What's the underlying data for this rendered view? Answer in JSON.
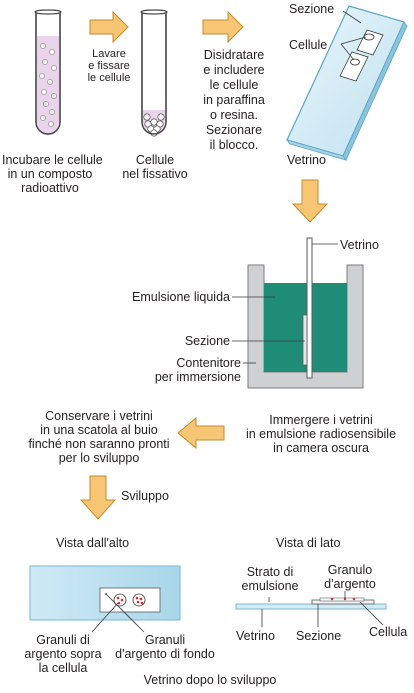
{
  "step1": {
    "incubate": [
      "Incubare le cellule",
      "in un composto",
      "radioattivo"
    ],
    "wash_fix": [
      "Lavare",
      "e fissare",
      "le cellule"
    ],
    "cells_fixative": [
      "Cellule",
      "nel fissativo"
    ],
    "dehydrate": [
      "Disidratare",
      "e includere",
      "le cellule",
      "in paraffina",
      "o resina.",
      "Sezionare",
      "il blocco."
    ],
    "section": "Sezione",
    "cells": "Cellule",
    "slide": "Vetrino"
  },
  "step2": {
    "slide": "Vetrino",
    "liquid_emulsion": "Emulsione liquida",
    "section": "Sezione",
    "container": [
      "Contenitore",
      "per immersione"
    ],
    "immerse": [
      "Immergere i vetrini",
      "in emulsione radiosensibile",
      "in camera oscura"
    ],
    "store": [
      "Conservare i vetrini",
      "in una scatola al buio",
      "finché non saranno pronti",
      "per lo sviluppo"
    ],
    "develop": "Sviluppo"
  },
  "step3": {
    "top_view": "Vista dall'alto",
    "side_view": "Vista di lato",
    "grains_over_cell": [
      "Granuli di",
      "argento sopra",
      "la cellula"
    ],
    "background_grains": [
      "Granuli",
      "d'argento di fondo"
    ],
    "emulsion_layer": [
      "Strato di",
      "emulsione"
    ],
    "silver_grain": [
      "Granulo",
      "d'argento"
    ],
    "slide": "Vetrino",
    "section": "Sezione",
    "cell": "Cellula",
    "caption": "Vetrino dopo lo sviluppo"
  },
  "colors": {
    "arrow_fill": "#f6c674",
    "arrow_stroke": "#c58a2b",
    "container": "#cfd0d2",
    "emulsion": "#1f8c77",
    "slide_fill": "#d5ecf6",
    "slide_edge": "#7ab7d3",
    "tube_liquid": "#e9d4ea",
    "red_grain": "#e0292f"
  }
}
